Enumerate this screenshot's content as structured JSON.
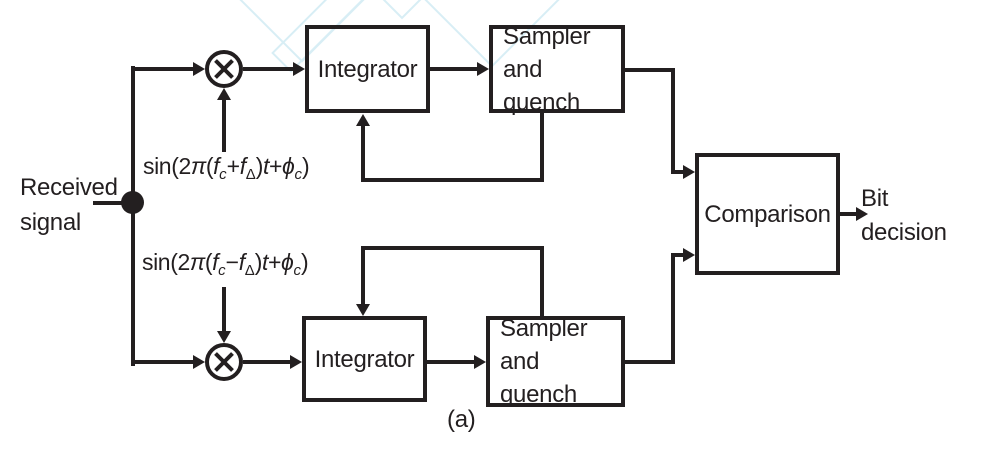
{
  "labels": {
    "received": {
      "line1": "Received",
      "line2": "signal"
    },
    "bit_decision": {
      "line1": "Bit",
      "line2": "decision"
    },
    "caption": "(a)"
  },
  "blocks": {
    "integrator_top": {
      "label": "Integrator"
    },
    "sampler_top": {
      "line1": "Sampler",
      "line2": "and quench"
    },
    "comparison": {
      "label": "Comparison"
    },
    "integrator_bottom": {
      "label": "Integrator"
    },
    "sampler_bottom": {
      "line1": "Sampler",
      "line2": "and quench"
    }
  },
  "formulas": {
    "top": {
      "s1": "sin(2",
      "pi": "π",
      "s2": "(",
      "f1": "f",
      "sub1": "c",
      "op": "+",
      "f2": "f",
      "sub2": "Δ",
      "s3": ")",
      "t": "t",
      "s4": "+",
      "phi": "ϕ",
      "sub3": "c",
      "s5": ")"
    },
    "bottom": {
      "s1": "sin(2",
      "pi": "π",
      "s2": "(",
      "f1": "f",
      "sub1": "c",
      "op": "−",
      "f2": "f",
      "sub2": "Δ",
      "s3": ")",
      "t": "t",
      "s4": "+",
      "phi": "ϕ",
      "sub3": "c",
      "s5": ")"
    }
  },
  "colors": {
    "line": "#231f20",
    "background": "#ffffff",
    "watermark": "#d8eef5"
  }
}
